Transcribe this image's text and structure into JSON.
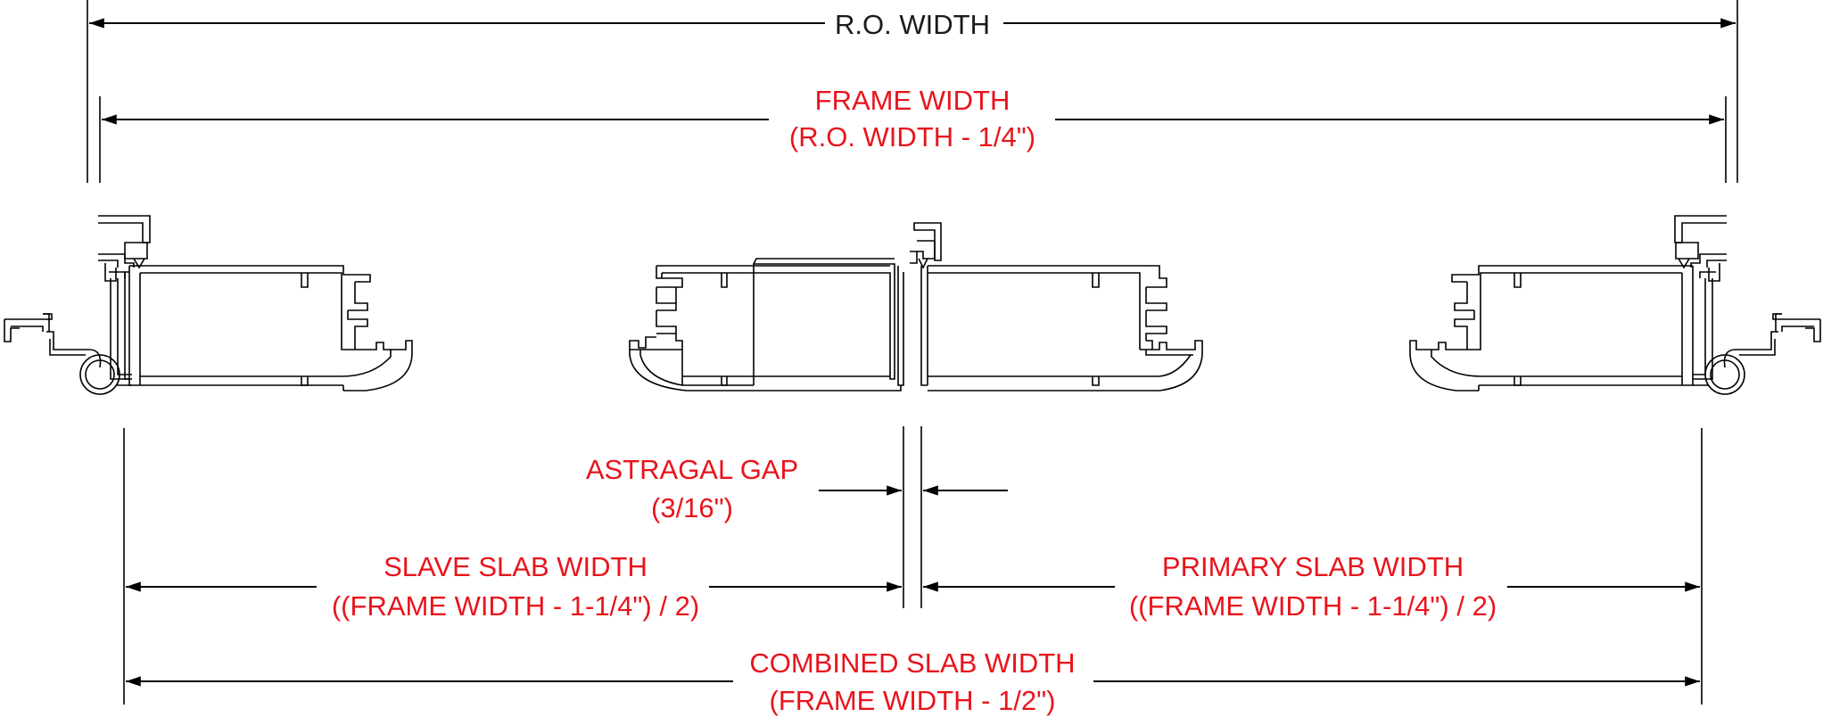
{
  "colors": {
    "line": "#000000",
    "dimension_text_red": "#e8141c",
    "dimension_text_black": "#1a1a1a",
    "background": "#ffffff"
  },
  "dimensions": {
    "ro_width": {
      "label": "R.O. WIDTH"
    },
    "frame_width": {
      "label": "FRAME WIDTH",
      "formula": "(R.O. WIDTH - 1/4\")"
    },
    "astragal_gap": {
      "label": "ASTRAGAL GAP",
      "formula": "(3/16\")"
    },
    "slave_slab_width": {
      "label": "SLAVE SLAB WIDTH",
      "formula": "((FRAME WIDTH - 1-1/4\") / 2)"
    },
    "primary_slab_width": {
      "label": "PRIMARY SLAB WIDTH",
      "formula": "((FRAME WIDTH - 1-1/4\") / 2)"
    },
    "combined_slab_width": {
      "label": "COMBINED SLAB WIDTH",
      "formula": "(FRAME WIDTH - 1/2\")"
    }
  }
}
